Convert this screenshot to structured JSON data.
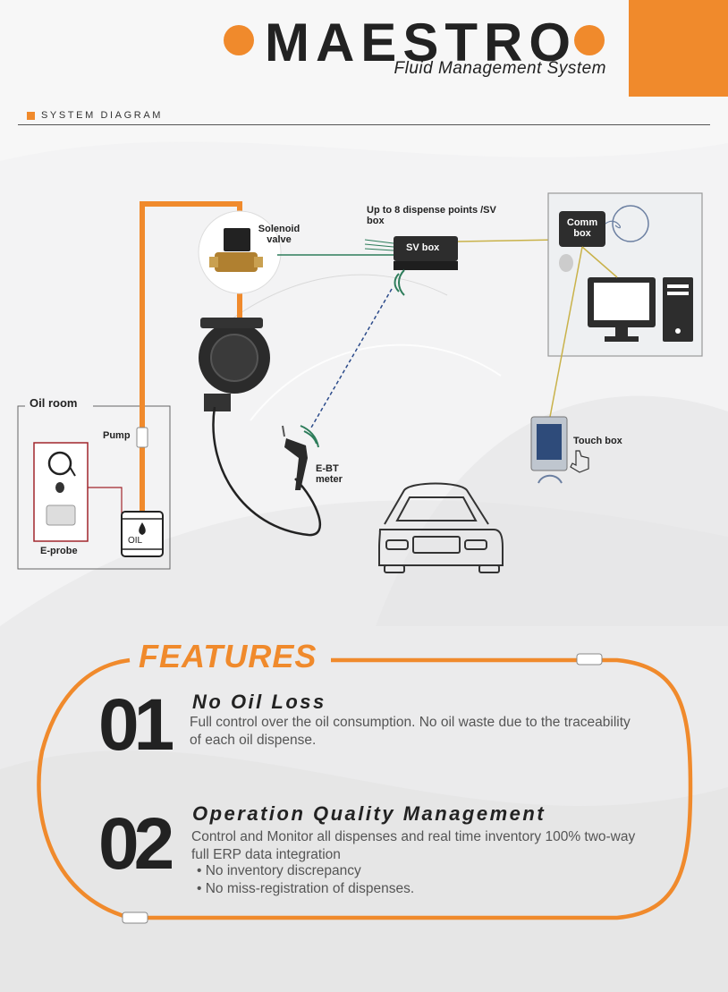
{
  "header": {
    "brand": "MAESTRO",
    "subtitle": "Fluid Management System"
  },
  "section": {
    "title": "SYSTEM DIAGRAM"
  },
  "diagram": {
    "oil_room": "Oil room",
    "pump": "Pump",
    "e_probe": "E-probe",
    "oil": "OIL",
    "solenoid_valve": "Solenoid valve",
    "dispense_points": "Up to 8 dispense points /SV box",
    "sv_box": "SV box",
    "comm_box": "Comm box",
    "touch_box": "Touch box",
    "e_bt_meter": "E-BT meter"
  },
  "features": {
    "title": "FEATURES",
    "items": [
      {
        "number": "01",
        "title": "No Oil Loss",
        "text": "Full control over the oil consumption. No oil waste due to the traceability of each oil dispense."
      },
      {
        "number": "02",
        "title": "Operation Quality Management",
        "text": "Control and Monitor all dispenses and real time inventory 100% two-way full  ERP data integration",
        "bullets": [
          "No inventory discrepancy",
          "No miss-registration of dispenses."
        ]
      }
    ]
  },
  "colors": {
    "accent": "#f08a2c",
    "dark": "#222222",
    "text_gray": "#555555"
  }
}
